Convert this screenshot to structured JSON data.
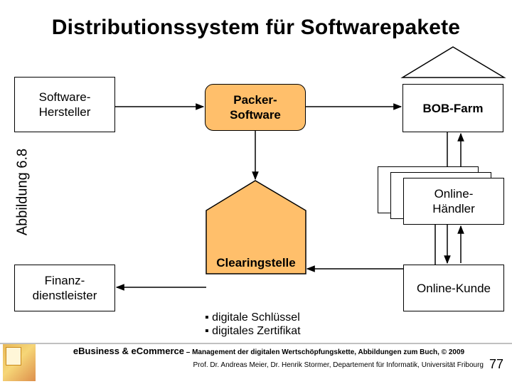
{
  "title": "Distributionssystem für Softwarepakete",
  "side_label": "Abbildung 6.8",
  "nodes": {
    "software_hersteller": [
      "Software-",
      "Hersteller"
    ],
    "packer_software": [
      "Packer-",
      "Software"
    ],
    "bob_farm": "BOB-Farm",
    "online_haendler": [
      "Online-",
      "Händler"
    ],
    "clearingstelle": "Clearingstelle",
    "finanzdienstleister": [
      "Finanz-",
      "dienstleister"
    ],
    "online_kunde": "Online-Kunde"
  },
  "bullets": [
    "digitale Schlüssel",
    "digitales Zertifikat"
  ],
  "footer": {
    "brand": "eBusiness & eCommerce",
    "subtitle": " – Management der digitalen Wertschöpfungskette, Abbildungen zum Buch, © 2009",
    "authors": "Prof. Dr. Andreas Meier, Dr. Henrik Stormer, Departement für Informatik, Universität Fribourg",
    "page_number": "77"
  },
  "colors": {
    "accent_orange": "#ffbf6b",
    "line": "#000000"
  }
}
